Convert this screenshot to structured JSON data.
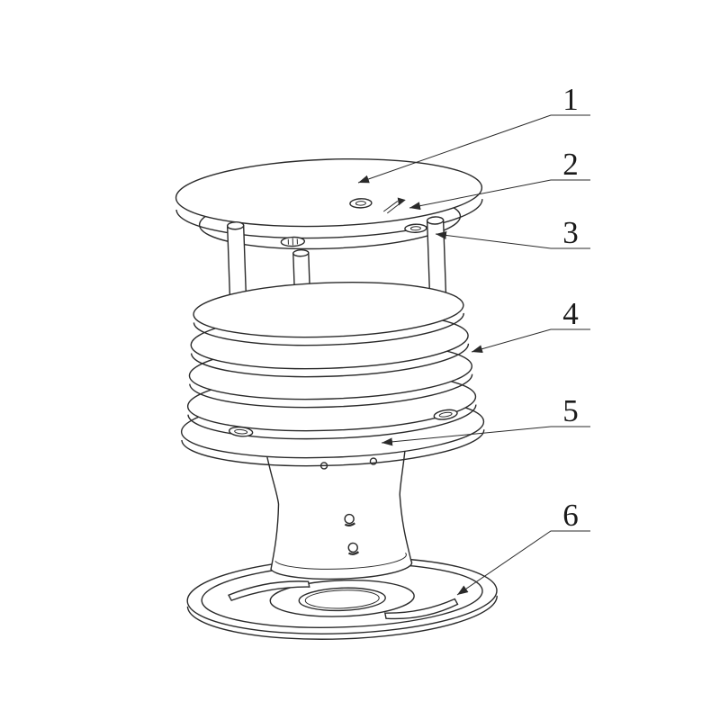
{
  "palette": {
    "background": "#ffffff",
    "line": "#2a2a2a"
  },
  "callouts": [
    {
      "label": "1"
    },
    {
      "label": "2"
    },
    {
      "label": "3"
    },
    {
      "label": "4"
    },
    {
      "label": "5"
    },
    {
      "label": "6"
    }
  ]
}
